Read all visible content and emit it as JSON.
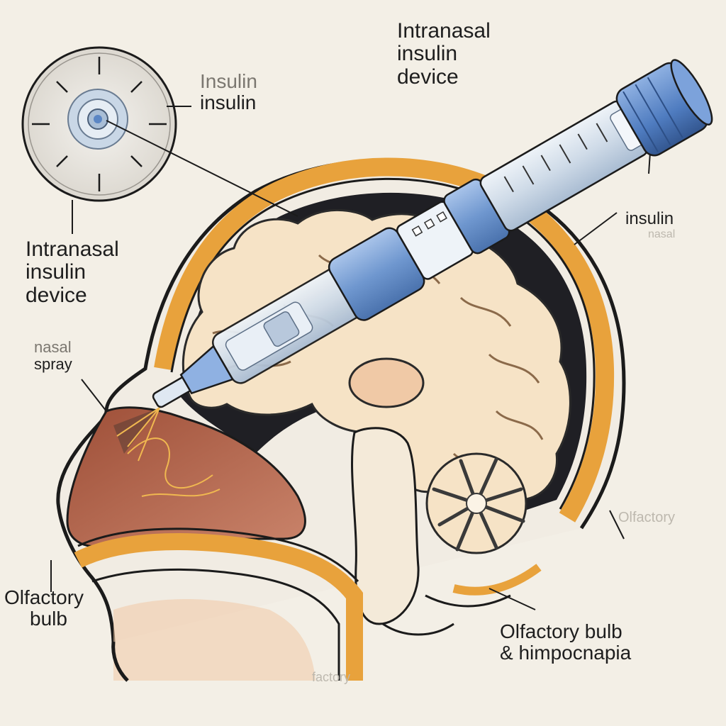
{
  "labels": {
    "top_device": [
      "Intranasal",
      "insulin",
      "device"
    ],
    "inset_insulin": [
      "Insulin",
      "insulin"
    ],
    "left_device": [
      "Intranasal",
      "insulin",
      "device"
    ],
    "nasal_spray": [
      "nasal",
      "spray"
    ],
    "right_insulin": [
      "insulin",
      "nasal"
    ],
    "right_olfactory_faint": "Olfactory",
    "left_olfactory": [
      "Olfactory",
      "bulb"
    ],
    "bottom_right": [
      "Olfactory bulb",
      "& himpocnapia"
    ],
    "bottom_faint": "factory"
  },
  "colors": {
    "background": "#f3efe6",
    "skull_orange": "#e8a23c",
    "brain_cream": "#f6e3c6",
    "nasal_tissue": "#b5654a",
    "device_blue": "#5b86c4",
    "outline": "#1b1b1b"
  }
}
